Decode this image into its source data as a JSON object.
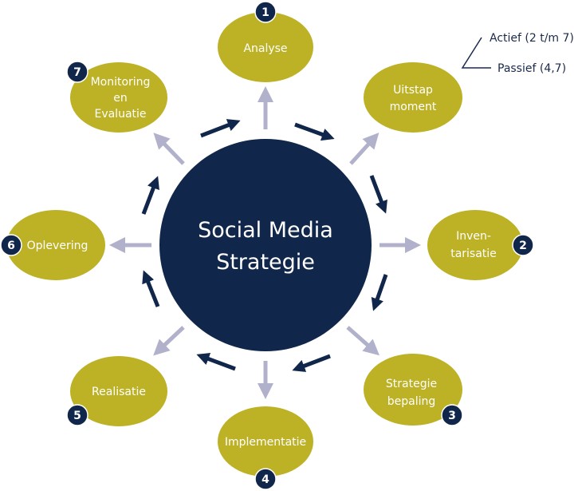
{
  "diagram": {
    "center": {
      "lines": [
        "Social Media",
        "Strategie"
      ]
    },
    "nodes": [
      {
        "id": "analyse",
        "badge": "1",
        "lines": [
          "Analyse"
        ]
      },
      {
        "id": "uitstap",
        "badge": "",
        "lines": [
          "Uitstap",
          "moment"
        ]
      },
      {
        "id": "inventarisatie",
        "badge": "2",
        "lines": [
          "Inven-",
          "tarisatie"
        ]
      },
      {
        "id": "strategie-bepaling",
        "badge": "3",
        "lines": [
          "Strategie",
          "bepaling"
        ]
      },
      {
        "id": "implementatie",
        "badge": "4",
        "lines": [
          "Implementatie"
        ]
      },
      {
        "id": "realisatie",
        "badge": "5",
        "lines": [
          "Realisatie"
        ]
      },
      {
        "id": "oplevering",
        "badge": "6",
        "lines": [
          "Oplevering"
        ]
      },
      {
        "id": "monitoring",
        "badge": "7",
        "lines": [
          "Monitoring",
          "en",
          "Evaluatie"
        ]
      }
    ],
    "annotation": {
      "active": "Actief (2 t/m 7)",
      "passive": "Passief (4,7)"
    },
    "colors": {
      "center": "#10264a",
      "node": "#bdb126",
      "badge": "#10264a",
      "spoke_arrow": "#b1b1cc",
      "cycle_arrow": "#10264a",
      "text_light": "#ffffff",
      "text_dark": "#1b2a4a"
    }
  }
}
